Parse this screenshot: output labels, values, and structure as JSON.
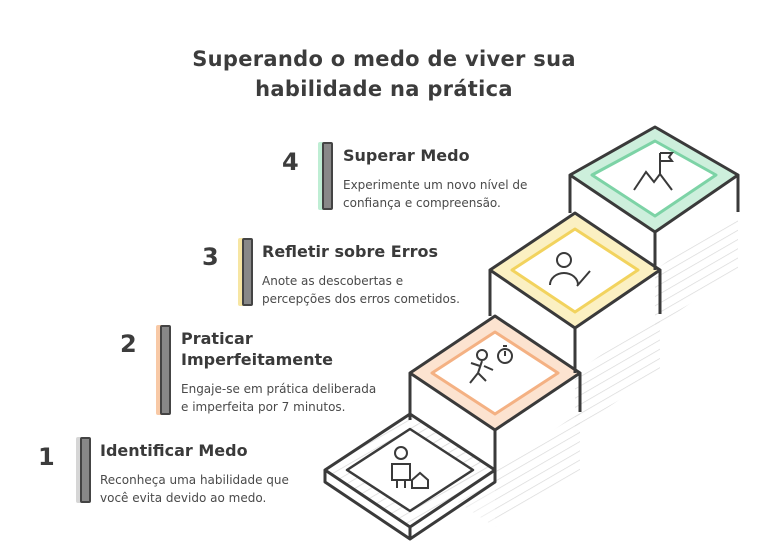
{
  "title": {
    "line1": "Superando o medo de viver sua",
    "line2": "habilidade na prática"
  },
  "steps": [
    {
      "number": "1",
      "title_line1": "Identificar Medo",
      "title_line2": "",
      "desc_line1": "Reconheça uma habilidade que",
      "desc_line2": "você evita devido ao medo.",
      "accent": "#bdbdbd",
      "icon": "person-with-house-icon"
    },
    {
      "number": "2",
      "title_line1": "Praticar",
      "title_line2": "Imperfeitamente",
      "desc_line1": "Engaje-se em prática deliberada",
      "desc_line2": "e imperfeita por 7 minutos.",
      "accent": "#f4b183",
      "icon": "running-stopwatch-icon"
    },
    {
      "number": "3",
      "title_line1": "Refletir sobre Erros",
      "title_line2": "",
      "desc_line1": "Anote as descobertas e",
      "desc_line2": "percepções dos erros cometidos.",
      "accent": "#f7e08a",
      "icon": "person-writing-icon"
    },
    {
      "number": "4",
      "title_line1": "Superar Medo",
      "title_line2": "",
      "desc_line1": "Experimente um novo nível de",
      "desc_line2": "confiança e compreensão.",
      "accent": "#a8e6c3",
      "icon": "mountain-flag-icon"
    }
  ]
}
